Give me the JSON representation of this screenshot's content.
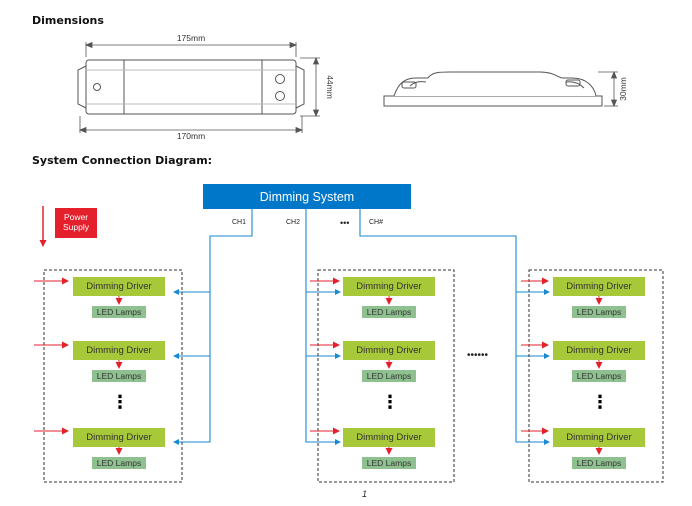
{
  "headings": {
    "dimensions": "Dimensions",
    "system_connection": "System Connection Diagram:"
  },
  "dims": {
    "length_outer": "175mm",
    "length_inner": "170mm",
    "width": "44mm",
    "height": "30mm"
  },
  "diagram": {
    "dimming_system": "Dimming System",
    "channels": [
      "CH1",
      "CH2",
      "CH#"
    ],
    "ellipsis": "•••",
    "between_groups": "••••••",
    "power_supply": "Power\nSupply",
    "driver_label": "Dimming Driver",
    "lamps_label": "LED Lamps",
    "vertical_dots": "⋮"
  },
  "page_number": "1",
  "colors": {
    "dimming_system_bg": "#0077c8",
    "driver_bg": "#a7c838",
    "lamps_bg": "#8fc08f",
    "power_supply_bg": "#e4202c",
    "power_arrow": "#e4202c",
    "signal_line": "#1a8ad0"
  }
}
